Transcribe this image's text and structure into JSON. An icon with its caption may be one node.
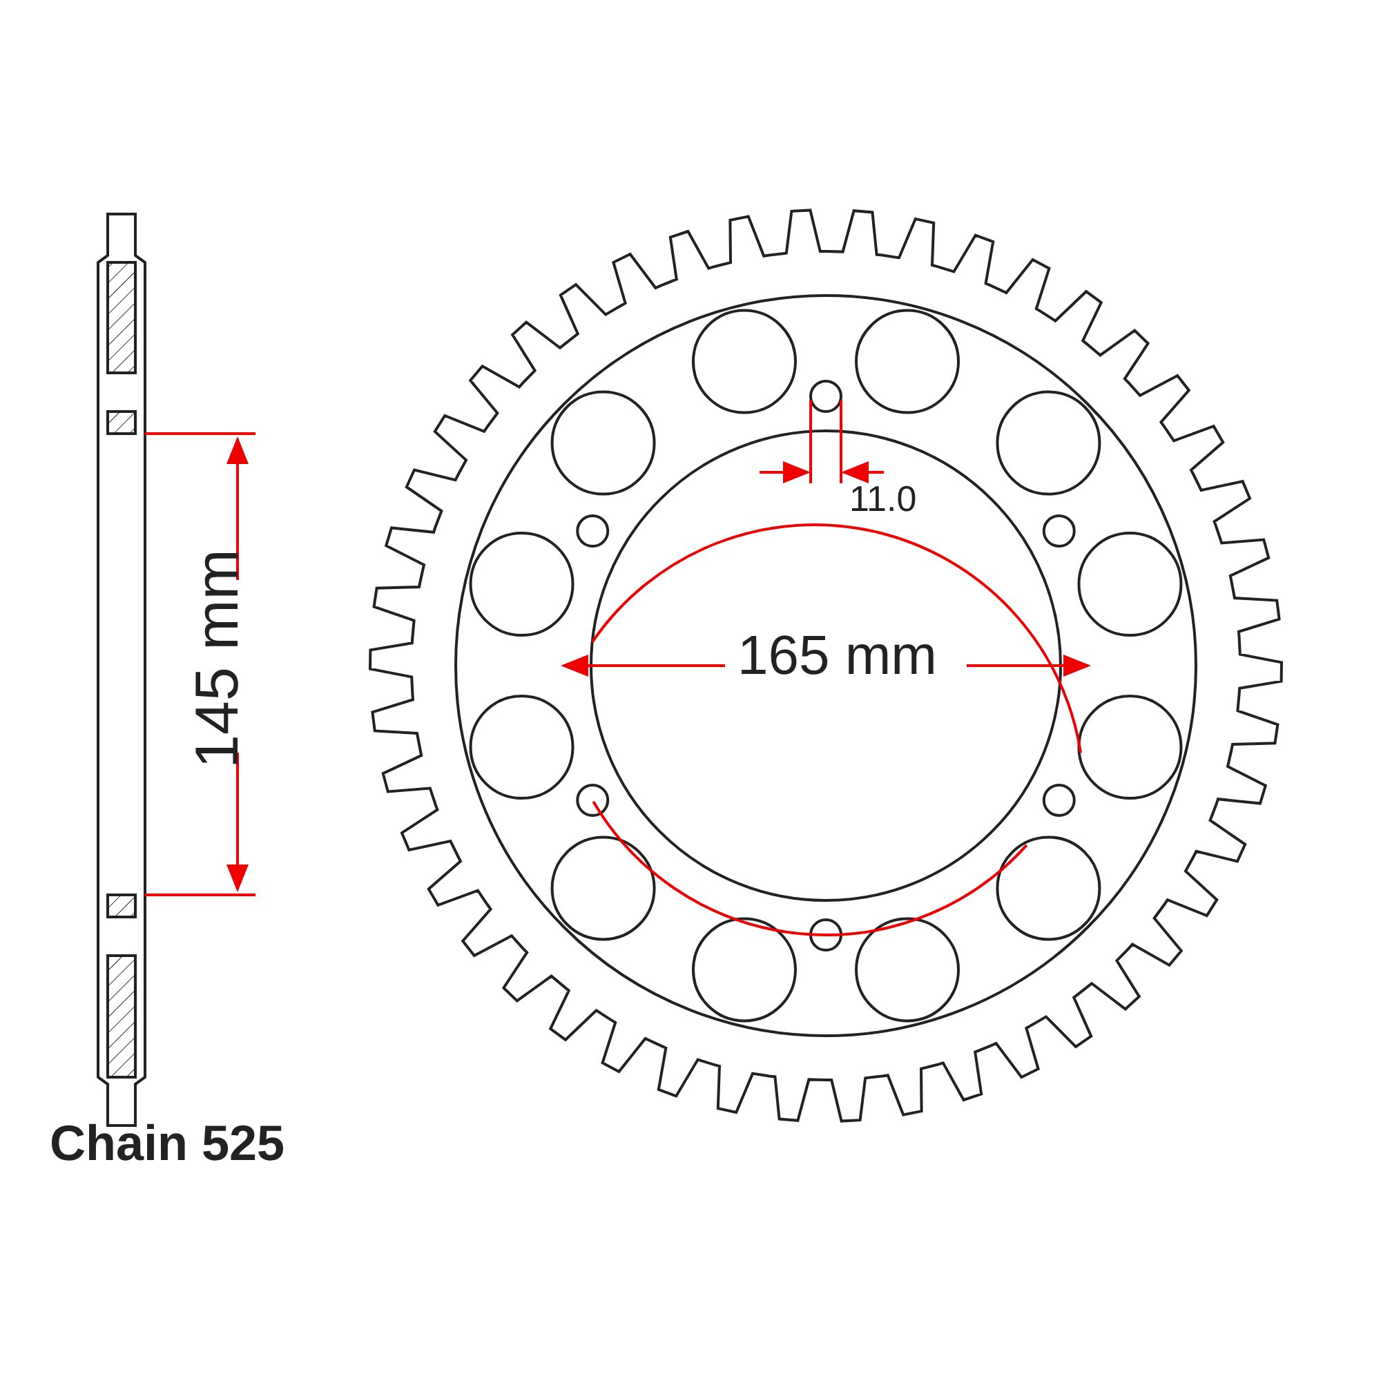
{
  "diagram": {
    "labels": [
      "145 mm",
      "165 mm",
      "11.0",
      "Chain 525"
    ]
  }
}
